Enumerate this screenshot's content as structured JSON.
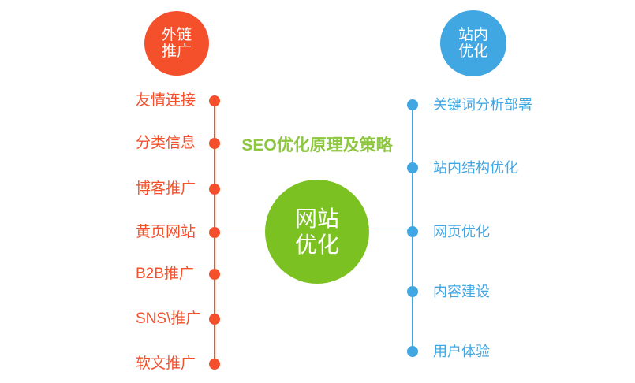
{
  "title": "SEO优化原理及策略",
  "colors": {
    "red": "#f4502c",
    "blue": "#41a7e3",
    "green": "#7cc122",
    "title": "#8dc63f"
  },
  "center_node": {
    "line1": "网站",
    "line2": "优化"
  },
  "left_branch": {
    "node_line1": "外链",
    "node_line2": "推广",
    "items": [
      "友情连接",
      "分类信息",
      "博客推广",
      "黄页网站",
      "B2B推广",
      "SNS\\推广",
      "软文推广"
    ]
  },
  "right_branch": {
    "node_line1": "站内",
    "node_line2": "优化",
    "items": [
      "关键词分析部署",
      "站内结构优化",
      "网页优化",
      "内容建设",
      "用户体验"
    ]
  }
}
